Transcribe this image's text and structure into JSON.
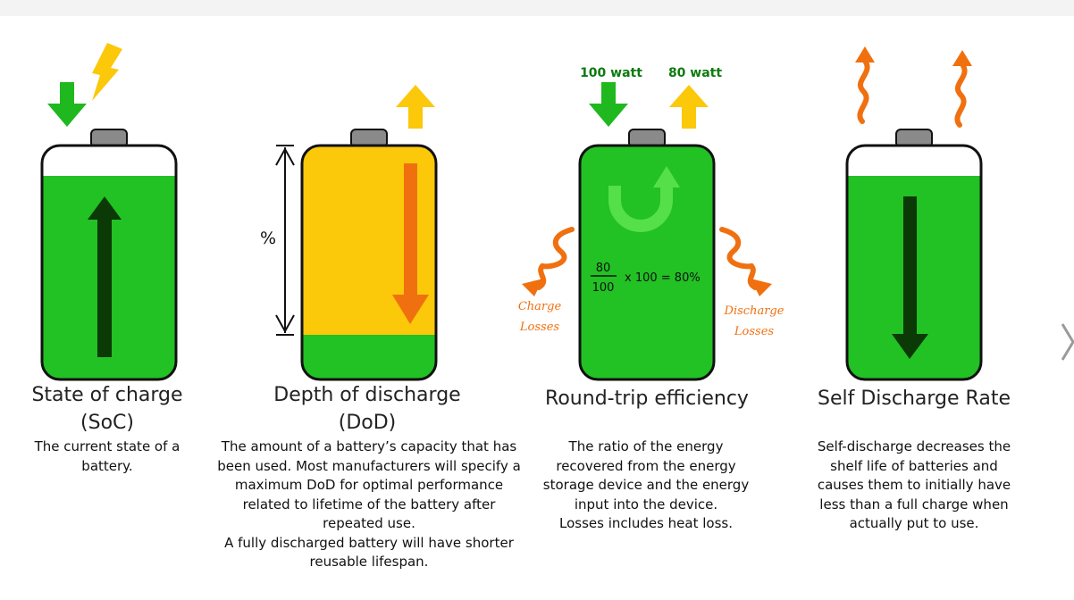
{
  "panels": [
    {
      "title_line1": "State of charge",
      "title_line2": "(SoC)",
      "description": [
        "The current state of a",
        "battery."
      ]
    },
    {
      "title_line1": "Depth of discharge",
      "title_line2": "(DoD)",
      "description": [
        "The amount of a battery’s capacity that has",
        "been used. Most manufacturers will specify a",
        "maximum DoD for optimal performance",
        "related to lifetime of the battery after",
        "repeated use.",
        "A fully discharged battery will have shorter",
        "reusable lifespan."
      ],
      "percent_label": "%"
    },
    {
      "title_line1": "Round-trip efficiency",
      "description": [
        "The ratio of the energy",
        "recovered from the energy",
        "storage device and the energy",
        "input into the device.",
        "Losses includes heat loss."
      ],
      "input_label": "100 watt",
      "output_label": "80 watt",
      "formula_numerator": "80",
      "formula_denominator": "100",
      "formula_rest": "x 100 = 80%",
      "charge_losses": [
        "Charge",
        "Losses"
      ],
      "discharge_losses": [
        "Discharge",
        "Losses"
      ]
    },
    {
      "title_line1": "Self Discharge Rate",
      "description": [
        "Self-discharge decreases the",
        "shelf life of batteries and",
        "causes them to initially have",
        "less than a full charge when",
        "actually put to use."
      ]
    }
  ],
  "colors": {
    "battery_green": "#22c124",
    "dod_yellow": "#fbc80a",
    "arrow_orange": "#f07010",
    "arrow_dark": "#0b3a06",
    "arrow_green": "#1fb81f",
    "arrow_yellow": "#fbc80a",
    "terminal_gray": "#8a8a8a"
  }
}
